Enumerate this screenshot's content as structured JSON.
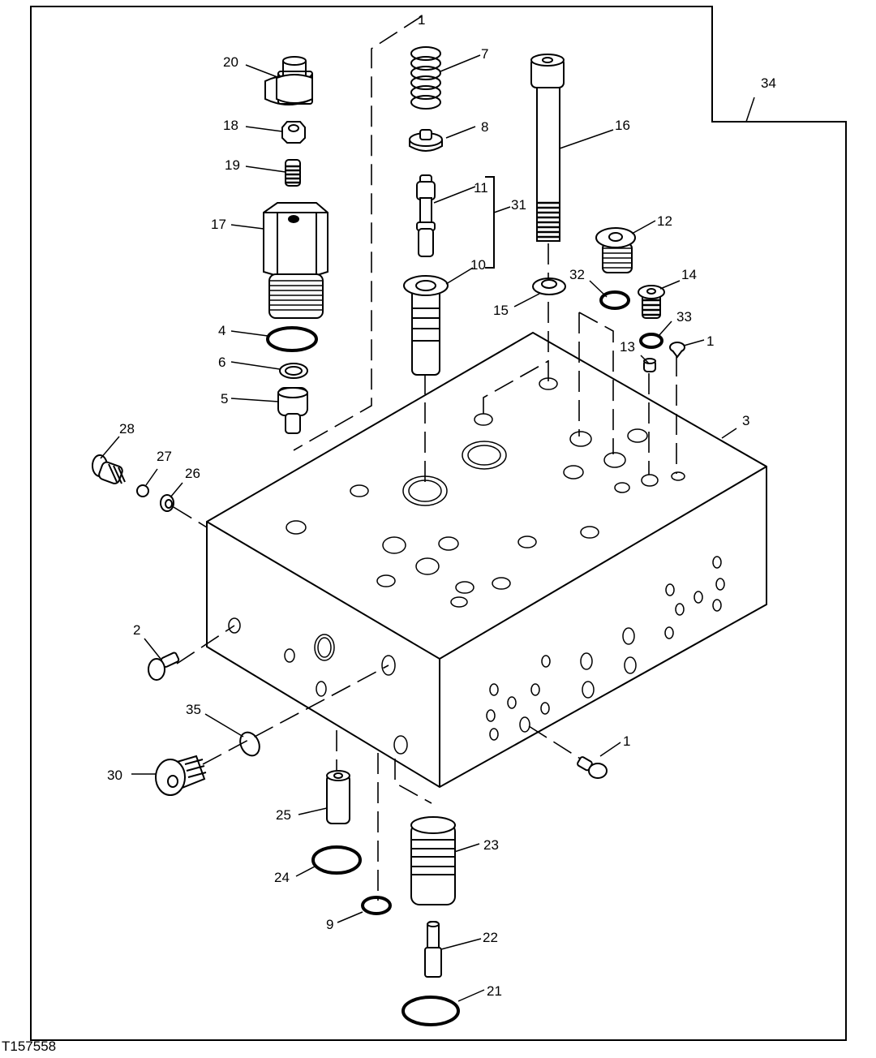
{
  "figure_id": "T157558",
  "callouts": {
    "c1a": "1",
    "c1b": "1",
    "c1c": "1",
    "c2": "2",
    "c3": "3",
    "c4": "4",
    "c5": "5",
    "c6": "6",
    "c7": "7",
    "c8": "8",
    "c9": "9",
    "c10": "10",
    "c11": "11",
    "c12": "12",
    "c13": "13",
    "c14": "14",
    "c15": "15",
    "c16": "16",
    "c17": "17",
    "c18": "18",
    "c19": "19",
    "c20": "20",
    "c21": "21",
    "c22": "22",
    "c23": "23",
    "c24": "24",
    "c25": "25",
    "c26": "26",
    "c27": "27",
    "c28": "28",
    "c30": "30",
    "c31": "31",
    "c32": "32",
    "c33": "33",
    "c34": "34",
    "c35": "35"
  },
  "parts": [
    {
      "ref": "1",
      "name": "plug"
    },
    {
      "ref": "2",
      "name": "plug"
    },
    {
      "ref": "3",
      "name": "valve-housing"
    },
    {
      "ref": "4",
      "name": "o-ring"
    },
    {
      "ref": "5",
      "name": "poppet"
    },
    {
      "ref": "6",
      "name": "backup-ring"
    },
    {
      "ref": "7",
      "name": "spring"
    },
    {
      "ref": "8",
      "name": "spring-seat"
    },
    {
      "ref": "9",
      "name": "o-ring"
    },
    {
      "ref": "10",
      "name": "sleeve"
    },
    {
      "ref": "11",
      "name": "spool"
    },
    {
      "ref": "12",
      "name": "plug"
    },
    {
      "ref": "13",
      "name": "orifice"
    },
    {
      "ref": "14",
      "name": "plug"
    },
    {
      "ref": "15",
      "name": "washer"
    },
    {
      "ref": "16",
      "name": "cap-screw"
    },
    {
      "ref": "17",
      "name": "relief-valve-body"
    },
    {
      "ref": "18",
      "name": "nut"
    },
    {
      "ref": "19",
      "name": "set-screw"
    },
    {
      "ref": "20",
      "name": "cap"
    },
    {
      "ref": "21",
      "name": "o-ring"
    },
    {
      "ref": "22",
      "name": "pin"
    },
    {
      "ref": "23",
      "name": "piston"
    },
    {
      "ref": "24",
      "name": "o-ring"
    },
    {
      "ref": "25",
      "name": "sleeve"
    },
    {
      "ref": "26",
      "name": "backup-ring"
    },
    {
      "ref": "27",
      "name": "ball"
    },
    {
      "ref": "28",
      "name": "plug"
    },
    {
      "ref": "30",
      "name": "plug"
    },
    {
      "ref": "31",
      "name": "spool-and-sleeve-assembly"
    },
    {
      "ref": "32",
      "name": "o-ring"
    },
    {
      "ref": "33",
      "name": "o-ring"
    },
    {
      "ref": "34",
      "name": "valve-assembly"
    },
    {
      "ref": "35",
      "name": "o-ring"
    }
  ]
}
